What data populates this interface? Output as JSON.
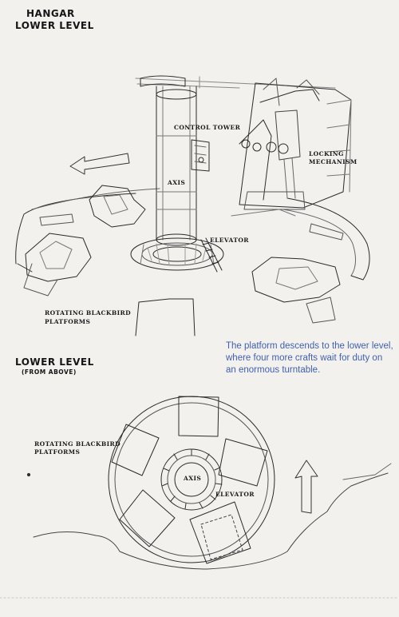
{
  "header": {
    "title_line1": "HANGAR",
    "title_line2": "LOWER LEVEL"
  },
  "upper_diagram": {
    "labels": {
      "control_tower": "CONTROL TOWER",
      "axis": "AXIS",
      "locking_line1": "LOCKING",
      "locking_line2": "MECHANISM",
      "elevator": "ELEVATOR",
      "platforms_line1": "ROTATING BLACKBIRD",
      "platforms_line2": "PLATFORMS"
    }
  },
  "caption": {
    "text": "The platform descends to the lower level, where four more crafts wait for duty on an enormous turntable."
  },
  "lower_section": {
    "title": "LOWER LEVEL",
    "subtitle": "(FROM ABOVE)",
    "labels": {
      "platforms_line1": "ROTATING BLACKBIRD",
      "platforms_line2": "PLATFORMS",
      "axis": "AXIS",
      "elevator": "ELEVATOR"
    }
  },
  "colors": {
    "paper": "#f3f1ee",
    "ink": "#1e1e1e",
    "caption_blue": "#3f5fb0"
  }
}
